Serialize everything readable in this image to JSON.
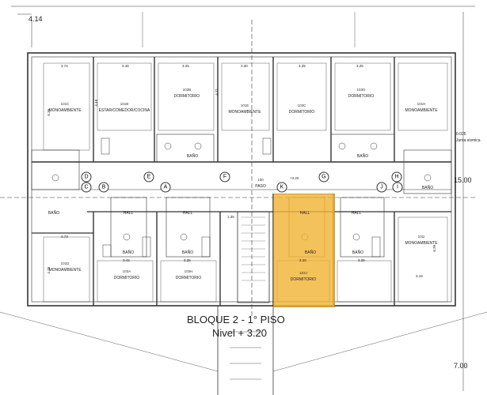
{
  "plan": {
    "title": "BLOQUE 2 - 1° PISO",
    "level": "Nivel + 3.20",
    "highlight_color": "#F2B536",
    "edge_dims": {
      "top_left": "4.14",
      "right_mid": "15.00",
      "right_bottom": "7.00",
      "right_note_1": "0.025",
      "right_note_2": "Junta sísmica"
    },
    "axes": [
      "B",
      "A",
      "C",
      "D",
      "E",
      "F",
      "G",
      "H",
      "I",
      "J",
      "K"
    ],
    "rooms": {
      "r101c": {
        "num": "101C",
        "name": "MONOAMBIENTE"
      },
      "r101b": {
        "num": "101B",
        "name": "ESTAR/COMEDOR/COCINA"
      },
      "r103b": {
        "num": "103B",
        "name": "DORMITORIO"
      },
      "r101e": {
        "num": "101E",
        "name": "MONOAMBIENTE"
      },
      "r103c": {
        "num": "103C",
        "name": "DORMITORIO"
      },
      "r103g": {
        "num": "103G",
        "name": "DORMITORIO"
      },
      "r101h": {
        "num": "101H",
        "name": "MONOAMBIENTE"
      },
      "r101d": {
        "num": "101D",
        "name": "MONOAMBIENTE"
      },
      "r103a": {
        "num": "103A",
        "name": "DORMITORIO"
      },
      "r103h": {
        "num": "103H",
        "name": "DORMITORIO"
      },
      "r103j": {
        "num": "103J",
        "name": "DORMITORIO"
      },
      "r101i": {
        "num": "101I",
        "name": "MONOAMBIENTE"
      },
      "paso": {
        "num": "100",
        "name": "PASO"
      },
      "bano": "BAÑO",
      "hall": "HALL"
    },
    "dims": {
      "d374": "3.74",
      "d346": "3.46",
      "d325a": "3.25",
      "d330": "3.30",
      "d325b": "3.25",
      "d325c": "3.25",
      "d373": "3.73",
      "d342": "3.42",
      "d325d": "3.25",
      "d320": "3.20",
      "d325e": "3.25",
      "d319": "3.19",
      "d135": "1.35",
      "d636": "6.36",
      "d448": "4.48",
      "d671": "4.71",
      "d478": "4.78",
      "d639": "6.39",
      "level_mark": "+3.20"
    }
  }
}
